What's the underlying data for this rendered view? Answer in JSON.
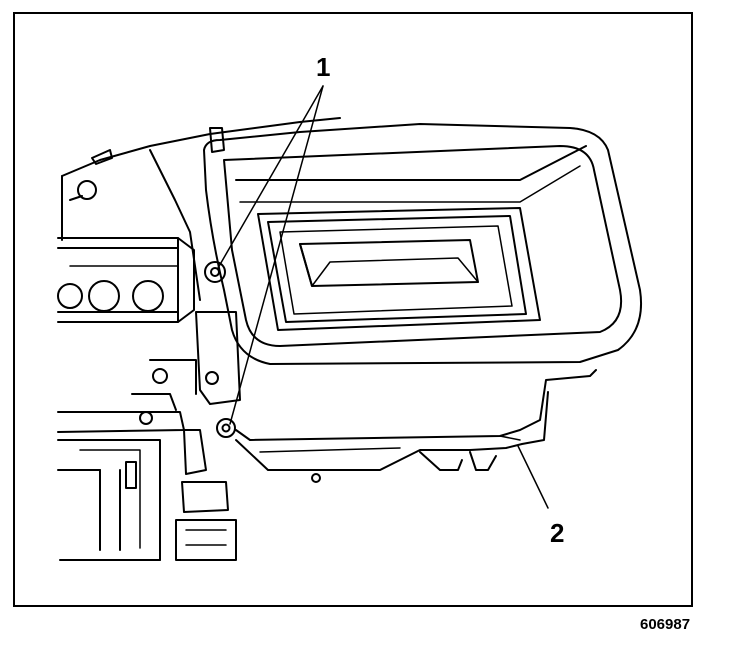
{
  "callouts": [
    {
      "label": "1"
    },
    {
      "label": "2"
    }
  ],
  "figure_id": "606987"
}
